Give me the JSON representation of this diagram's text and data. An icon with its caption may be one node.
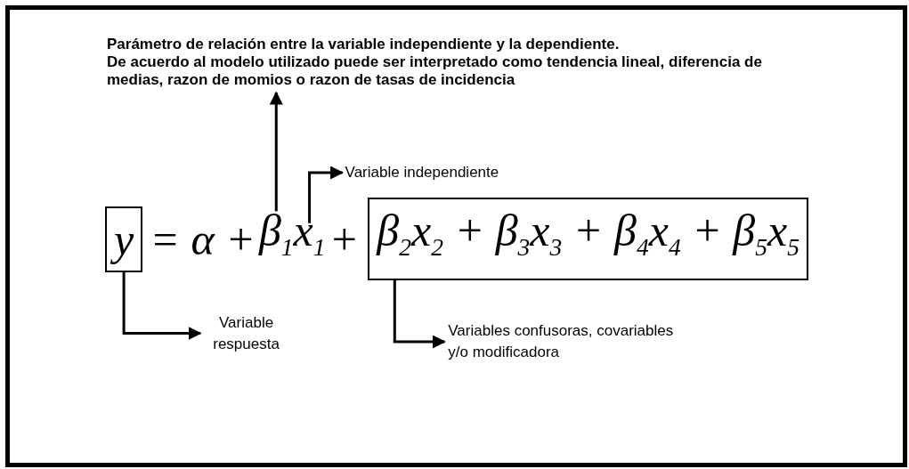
{
  "diagram": {
    "nodes": [
      {
        "text": [
          "Parámetro de relación entre la variable independiente y la dependiente.",
          "De acuerdo al modelo utilizado puede ser interpretado como tendencia lineal, diferencia de medias, razon de momios o razon de tasas de incidencia"
        ]
      },
      {
        "text": [
          "y"
        ]
      },
      {
        "text": [
          "β$_{1}$"
        ]
      },
      {
        "text": [
          "x$_{1}$"
        ]
      },
      {
        "text": [
          "β$_{2}$x$_{2}$ + β$_{3}$x$_{3}$ + β$_{4}$x$_{4}$ + β$_{5}$x$_{5}$"
        ]
      },
      {
        "text": [
          "Variable independiente"
        ]
      },
      {
        "text": [
          "Variable respuesta"
        ]
      },
      {
        "text": [
          "Variables confusoras, covariables y/o modificadora"
        ]
      }
    ],
    "edges": [
      {
        "from": 2,
        "to": 0,
        "arrow": "to"
      },
      {
        "from": 3,
        "to": 5,
        "arrow": "to"
      },
      {
        "from": 1,
        "to": 6,
        "arrow": "to"
      },
      {
        "from": 4,
        "to": 7,
        "arrow": "to"
      }
    ],
    "labels": [
      "= α +",
      "+"
    ]
  }
}
